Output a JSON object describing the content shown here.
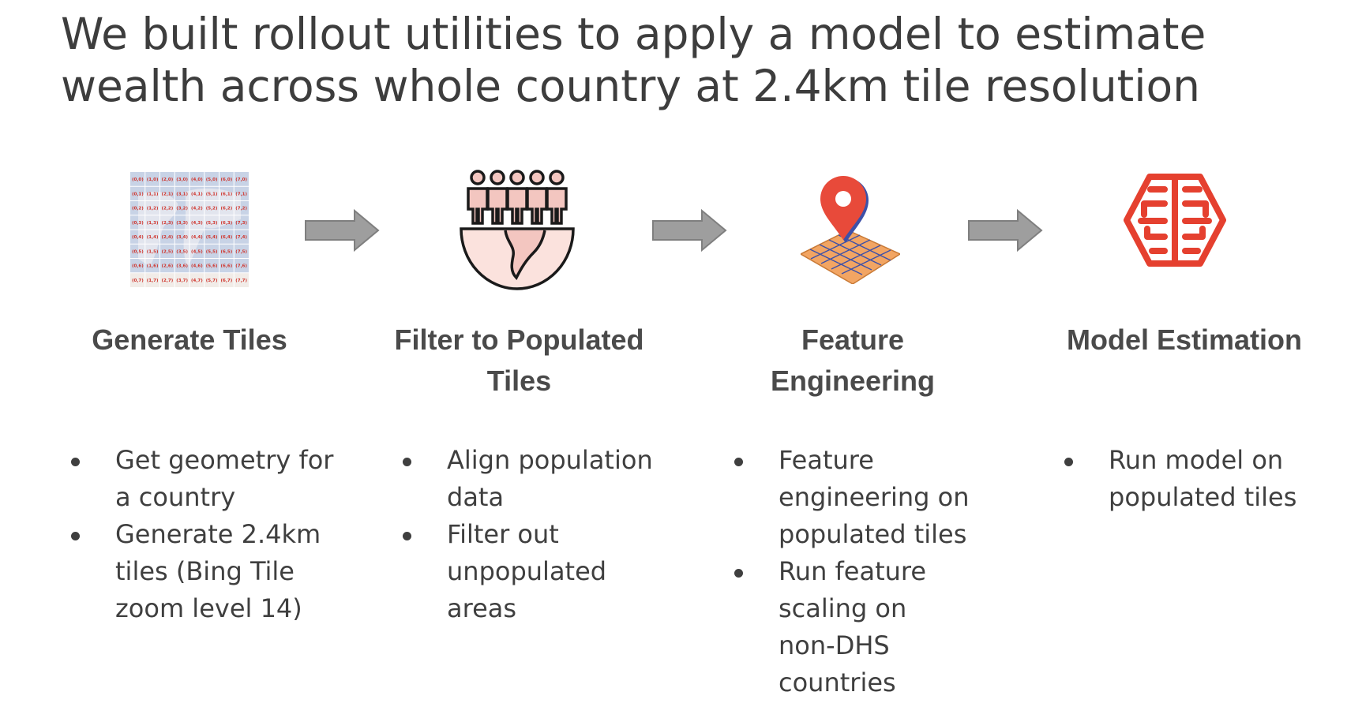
{
  "title": "We built rollout utilities to apply a model to estimate wealth across whole country at 2.4km tile resolution",
  "colors": {
    "arrow": "#9e9e9e",
    "accent_red": "#e5402f",
    "text": "#3d3d3d"
  },
  "tiles_icon": {
    "rows": [
      [
        "(0,0)",
        "(1,0)",
        "(2,0)",
        "(3,0)",
        "(4,0)",
        "(5,0)",
        "(6,0)",
        "(7,0)"
      ],
      [
        "(0,1)",
        "(1,1)",
        "(2,1)",
        "(3,1)",
        "(4,1)",
        "(5,1)",
        "(6,1)",
        "(7,1)"
      ],
      [
        "(0,2)",
        "(1,2)",
        "(2,2)",
        "(3,2)",
        "(4,2)",
        "(5,2)",
        "(6,2)",
        "(7,2)"
      ],
      [
        "(0,3)",
        "(1,3)",
        "(2,3)",
        "(3,3)",
        "(4,3)",
        "(5,3)",
        "(6,3)",
        "(7,3)"
      ],
      [
        "(0,4)",
        "(1,4)",
        "(2,4)",
        "(3,4)",
        "(4,4)",
        "(5,4)",
        "(6,4)",
        "(7,4)"
      ],
      [
        "(0,5)",
        "(1,5)",
        "(2,5)",
        "(3,5)",
        "(4,5)",
        "(5,5)",
        "(6,5)",
        "(7,5)"
      ],
      [
        "(0,6)",
        "(1,6)",
        "(2,6)",
        "(3,6)",
        "(4,6)",
        "(5,6)",
        "(6,6)",
        "(7,6)"
      ],
      [
        "(0,7)",
        "(1,7)",
        "(2,7)",
        "(3,7)",
        "(4,7)",
        "(5,7)",
        "(6,7)",
        "(7,7)"
      ]
    ]
  },
  "steps": [
    {
      "icon": "tile-grid-map-icon",
      "title": "Generate Tiles",
      "bullets": [
        "Get geometry for a country",
        "Generate 2.4km tiles (Bing Tile zoom level 14)"
      ]
    },
    {
      "icon": "population-globe-icon",
      "title": "Filter to Populated Tiles",
      "bullets": [
        "Align population data",
        "Filter out unpopulated areas"
      ]
    },
    {
      "icon": "map-pin-grid-icon",
      "title": "Feature Engineering",
      "bullets": [
        "Feature engineering on populated tiles",
        "Run feature scaling on non-DHS countries"
      ]
    },
    {
      "icon": "brain-circuit-icon",
      "title": "Model Estimation",
      "bullets": [
        "Run model on populated tiles"
      ]
    }
  ]
}
